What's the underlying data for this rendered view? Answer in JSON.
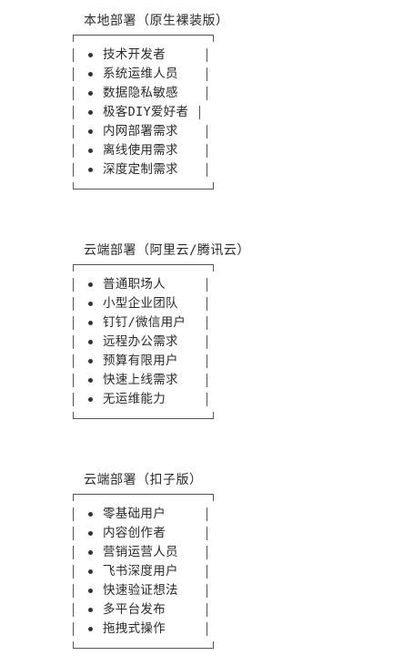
{
  "sections": [
    {
      "title": "本地部署（原生裸装版）",
      "items": [
        "技术开发者",
        "系统运维人员",
        "数据隐私敏感",
        "极客DIY爱好者",
        "内网部署需求",
        "离线使用需求",
        "深度定制需求"
      ]
    },
    {
      "title": "云端部署（阿里云/腾讯云）",
      "items": [
        "普通职场人",
        "小型企业团队",
        "钉钉/微信用户",
        "远程办公需求",
        "预算有限用户",
        "快速上线需求",
        "无运维能力"
      ]
    },
    {
      "title": "云端部署（扣子版）",
      "items": [
        "零基础用户",
        "内容创作者",
        "营销运营人员",
        "飞书深度用户",
        "快速验证想法",
        "多平台发布",
        "拖拽式操作"
      ]
    }
  ]
}
